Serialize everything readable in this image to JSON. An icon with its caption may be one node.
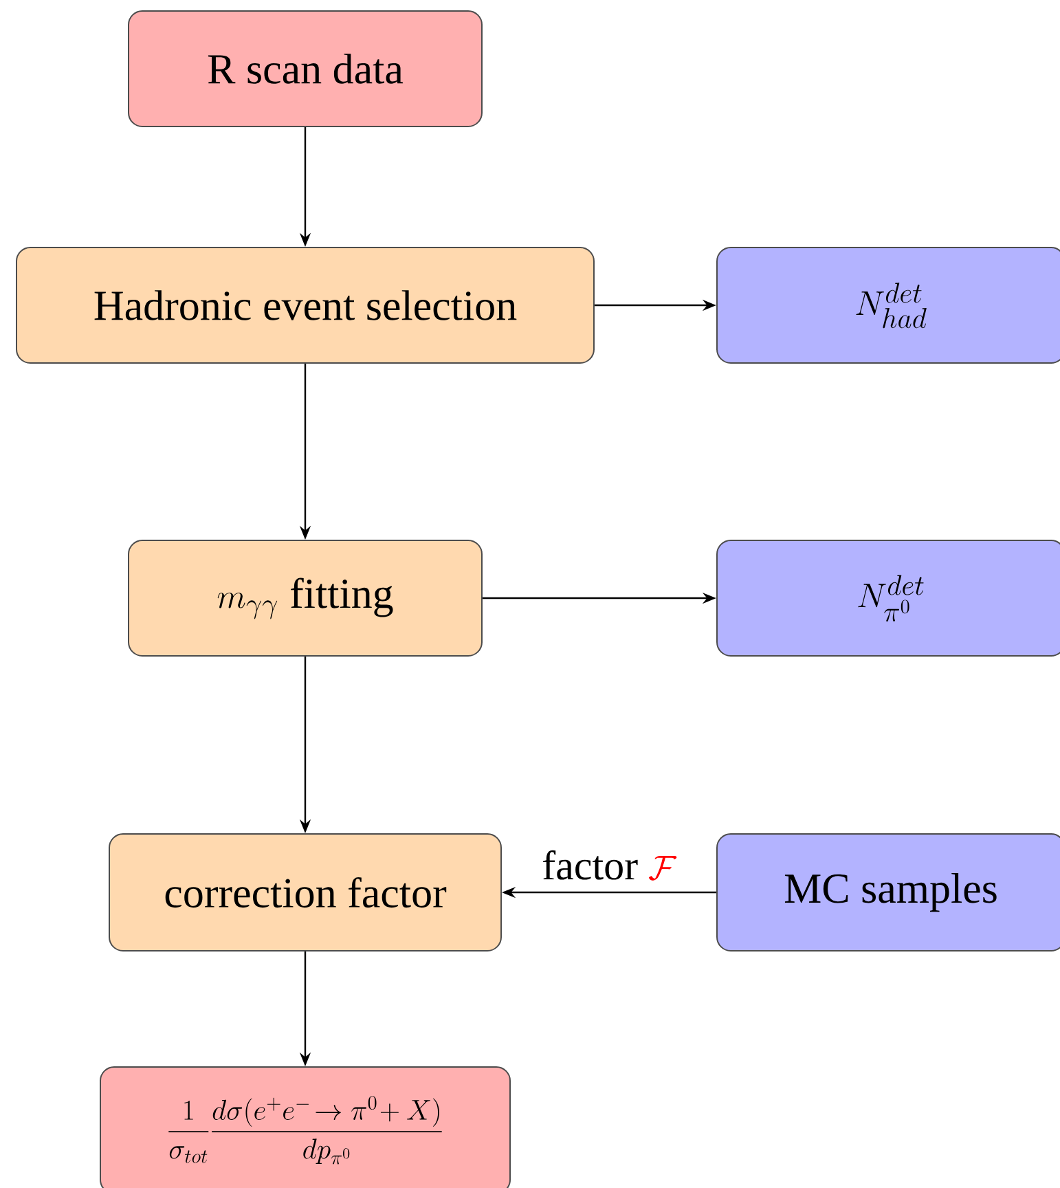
{
  "diagram": {
    "nodes": [
      {
        "text": [
          "R scan data"
        ]
      },
      {
        "text": [
          "Hadronic event selection"
        ]
      },
      {
        "text": [
          "N^{det}_{had}"
        ]
      },
      {
        "text": [
          "m_{\\gamma\\gamma}\\text{ fitting}"
        ]
      },
      {
        "text": [
          "N^{det}_{\\pi^0}"
        ]
      },
      {
        "text": [
          "correction factor"
        ]
      },
      {
        "text": [
          "MC samples"
        ]
      },
      {
        "text": [
          "\\frac{1}{\\sigma_{tot}}\\frac{d\\sigma(e^+e^-\\!\\to\\pi^0\\!+X)}{dp_{\\pi^0}}"
        ]
      }
    ],
    "edges": [
      {
        "from": 0,
        "to": 1,
        "arrow": "to"
      },
      {
        "from": 1,
        "to": 2,
        "arrow": "to"
      },
      {
        "from": 1,
        "to": 3,
        "arrow": "to"
      },
      {
        "from": 3,
        "to": 4,
        "arrow": "to"
      },
      {
        "from": 3,
        "to": 5,
        "arrow": "to"
      },
      {
        "from": 6,
        "to": 5,
        "arrow": "to",
        "label": "\\text{factor }{\\color{red}\\mathcal{F}}"
      },
      {
        "from": 5,
        "to": 7,
        "arrow": "to"
      }
    ]
  }
}
